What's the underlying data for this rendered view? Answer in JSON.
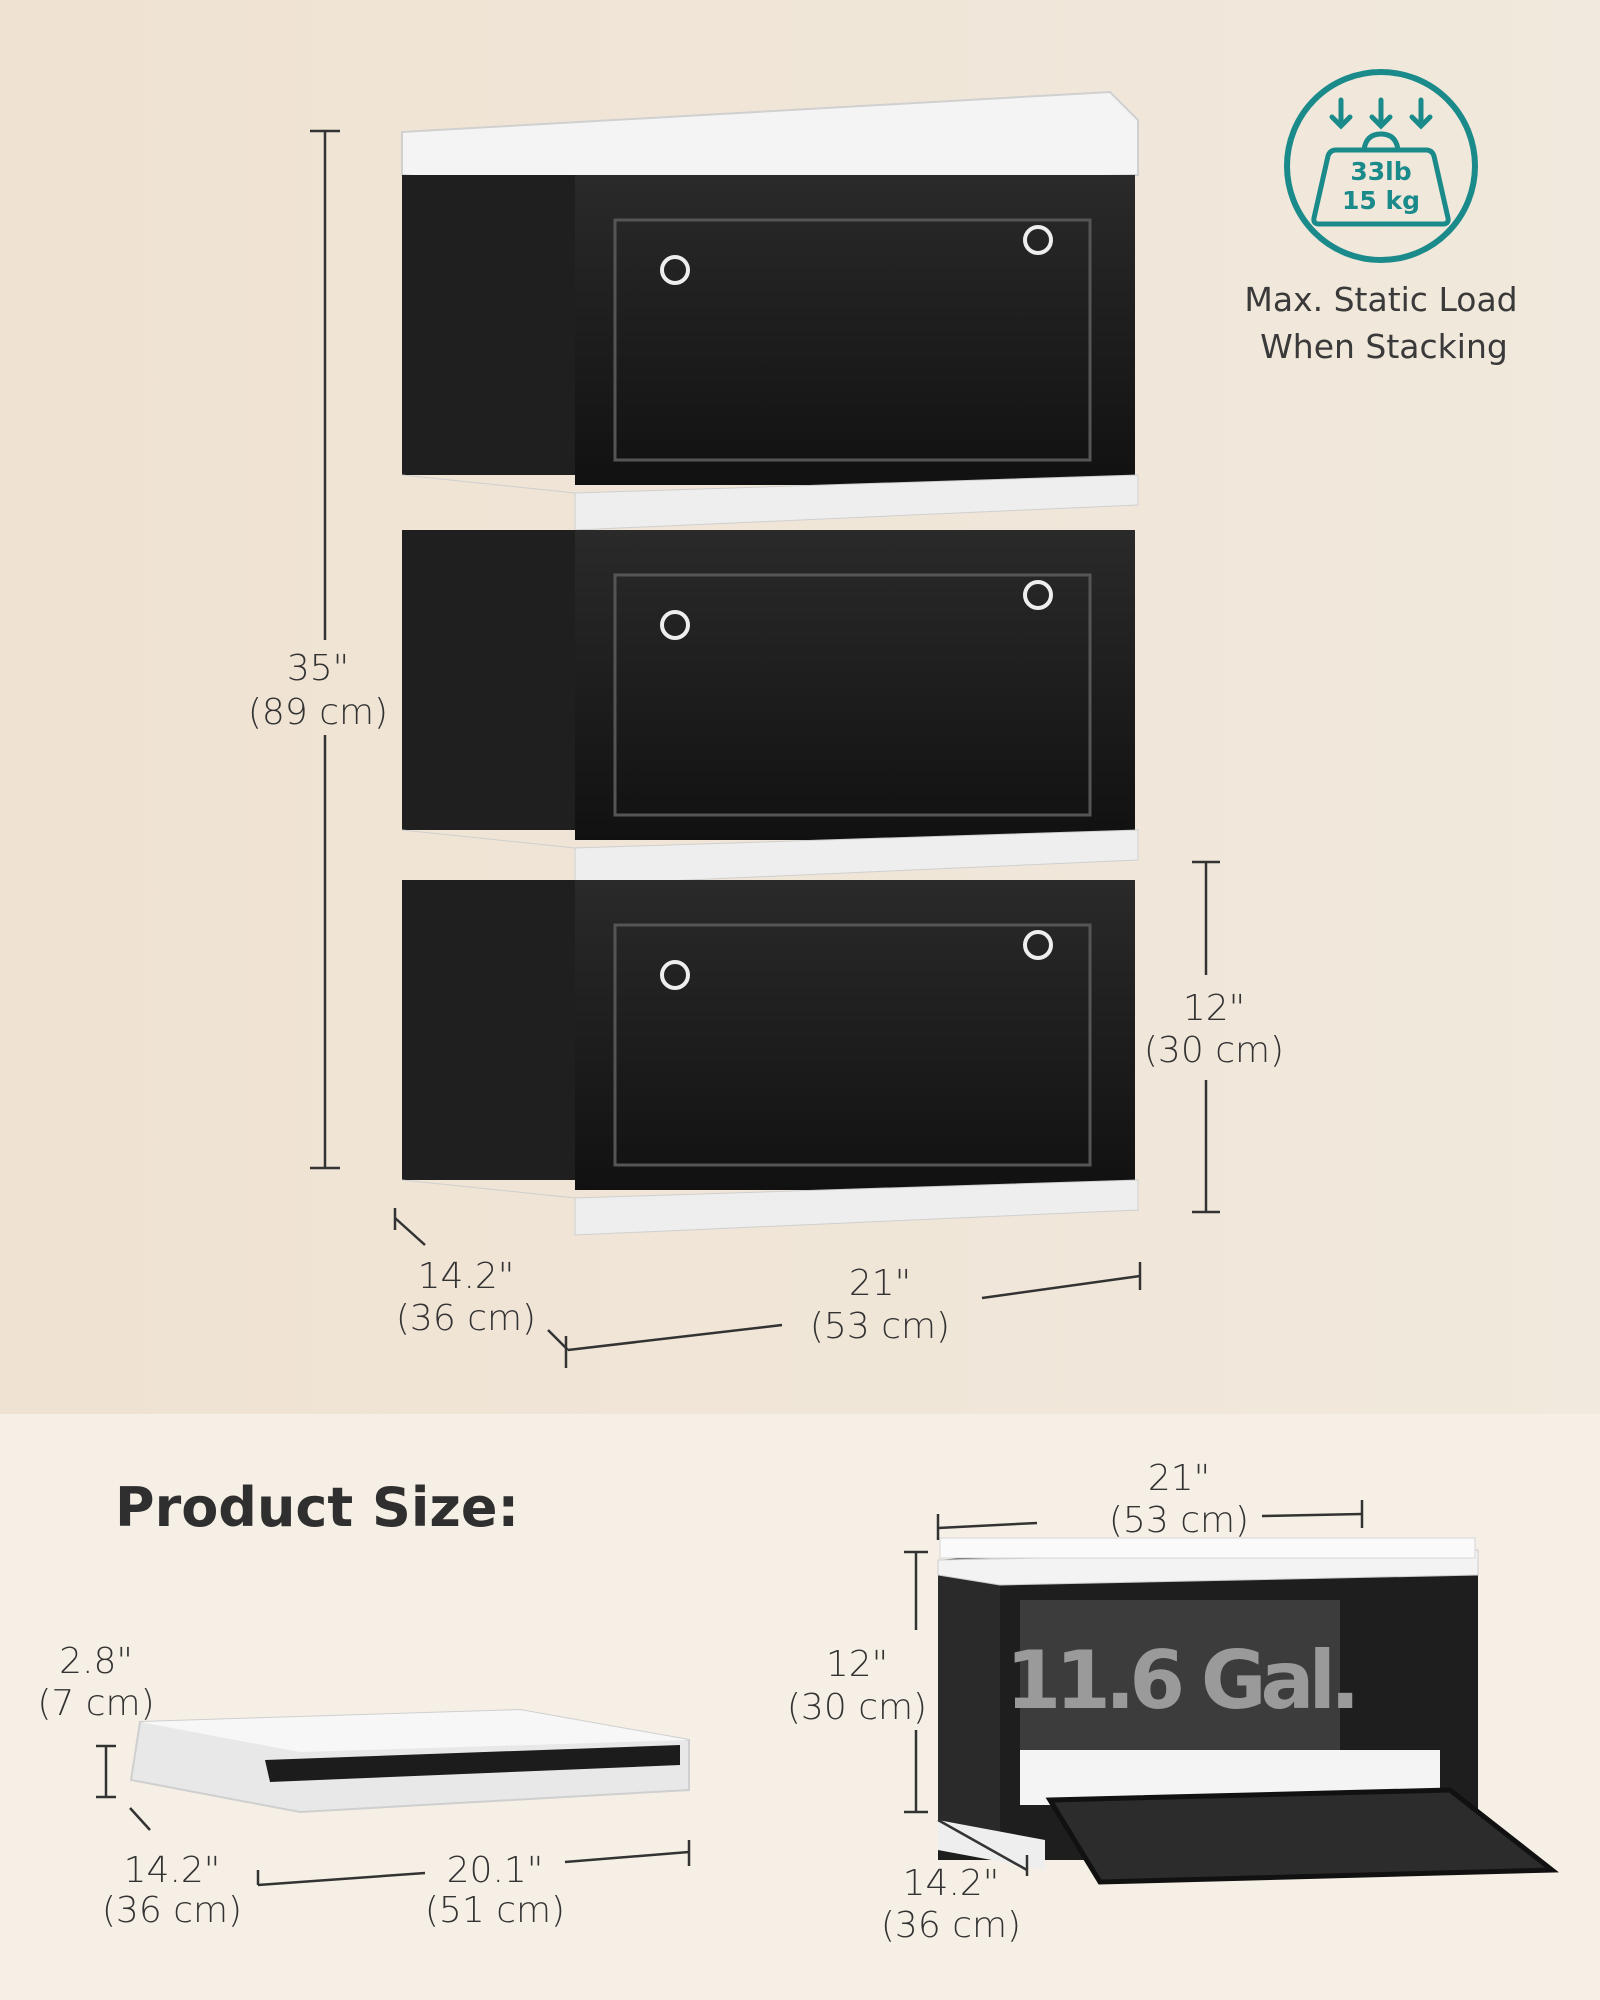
{
  "colors": {
    "background_top": "#efe5d8",
    "background_bottom": "#f6f0e7",
    "accent_teal": "#1a8a8a",
    "box_dark": "#1c1c1c",
    "box_white": "#f2f2f2"
  },
  "load_badge": {
    "icon": "weight-load-icon",
    "weight_lb": "33lb",
    "weight_kg": "15 kg",
    "caption_line1": "Max. Static Load",
    "caption_line2": "When Stacking"
  },
  "stacked": {
    "height_in": "35\"",
    "height_cm": "(89 cm)",
    "box_height_in": "12\"",
    "box_height_cm": "(30 cm)",
    "depth_in": "14.2\"",
    "depth_cm": "(36 cm)",
    "width_in": "21\"",
    "width_cm": "(53 cm)"
  },
  "product_size": {
    "title": "Product Size:",
    "folded": {
      "height_in": "2.8\"",
      "height_cm": "(7 cm)",
      "depth_in": "14.2\"",
      "depth_cm": "(36 cm)",
      "width_in": "20.1\"",
      "width_cm": "(51 cm)"
    },
    "open": {
      "width_in": "21\"",
      "width_cm": "(53 cm)",
      "height_in": "12\"",
      "height_cm": "(30 cm)",
      "depth_in": "14.2\"",
      "depth_cm": "(36 cm)",
      "capacity": "11.6 Gal."
    }
  }
}
